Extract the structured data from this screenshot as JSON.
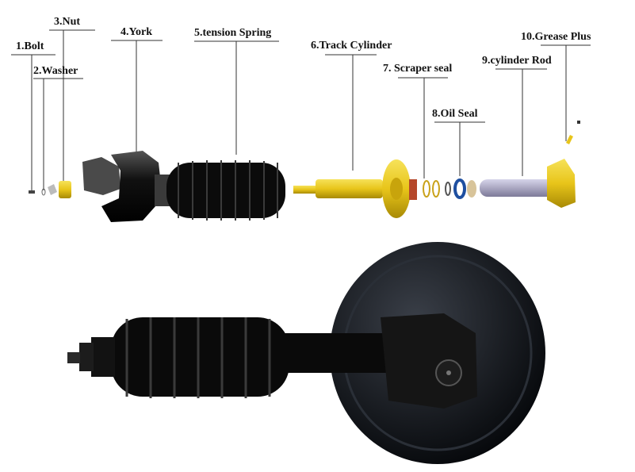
{
  "labels": {
    "bolt": "1.Bolt",
    "washer": "2.Washer",
    "nut": "3.Nut",
    "york": "4.York",
    "spring": "5.tension Spring",
    "cylinder": "6.Track Cylinder",
    "scraper": "7. Scraper seal",
    "oilseal": "8.Oil Seal",
    "rod": "9.cylinder Rod",
    "grease": "10.Grease Plus"
  },
  "colors": {
    "part_yellow": "#e8c51a",
    "part_black": "#111111",
    "rod_gray": "#a9a6c4",
    "seal_blue": "#1e4fa0",
    "seal_red": "#b5472a"
  }
}
